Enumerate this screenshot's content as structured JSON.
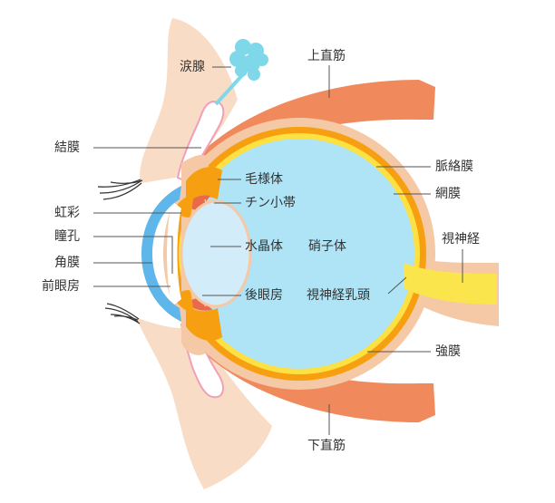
{
  "labels": {
    "lacrimal_gland": "涙腺",
    "superior_rectus": "上直筋",
    "conjunctiva": "結膜",
    "choroid": "脈絡膜",
    "ciliary_body": "毛様体",
    "zonule": "チン小帯",
    "retina": "網膜",
    "iris": "虹彩",
    "pupil": "瞳孔",
    "lens": "水晶体",
    "vitreous": "硝子体",
    "optic_nerve": "視神経",
    "cornea": "角膜",
    "anterior_chamber": "前眼房",
    "posterior_chamber": "後眼房",
    "optic_disc": "視神経乳頭",
    "sclera": "強膜",
    "inferior_rectus": "下直筋"
  },
  "colors": {
    "skin": "#f8dcc6",
    "muscle": "#f08a5c",
    "sclera": "#f5c8a6",
    "choroid": "#f6a011",
    "retina": "#fde042",
    "vitreous": "#aee4f6",
    "cornea": "#5fb6ea",
    "lens": "#d3ecfa",
    "lacrimal": "#7fd8ea",
    "nerve": "#fbe54c",
    "pink": "#f29fb8",
    "leader": "#555555"
  }
}
